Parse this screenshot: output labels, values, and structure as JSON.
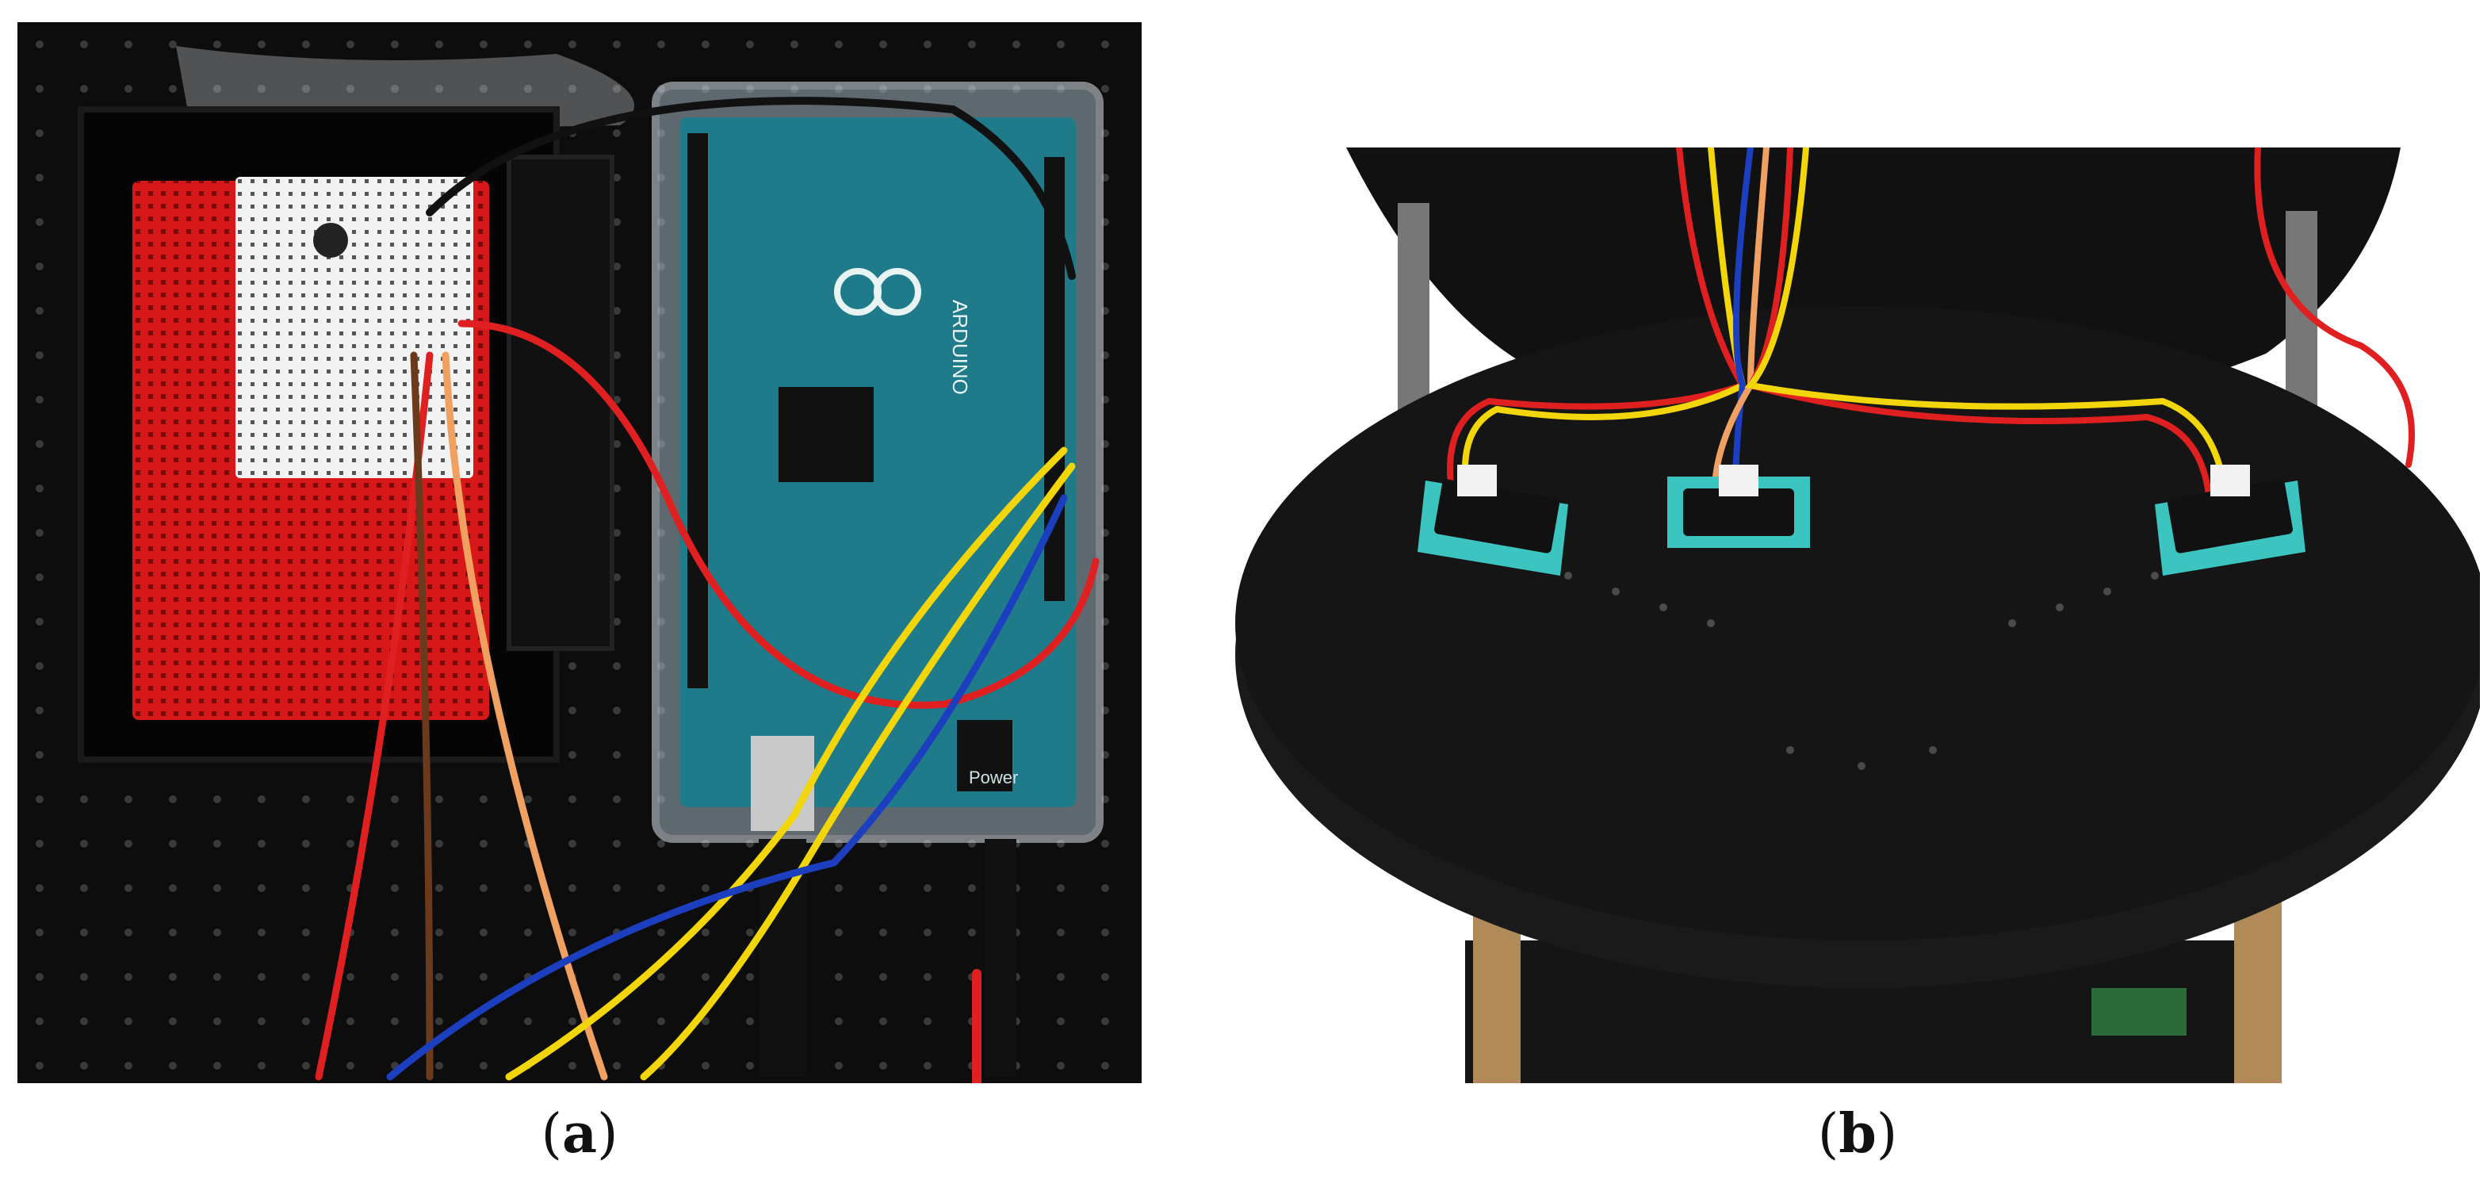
{
  "panels": [
    {
      "id": "a",
      "label": "a"
    },
    {
      "id": "b",
      "label": "b"
    }
  ],
  "board": {
    "board_text": "ARDUINO",
    "power_text": "Power"
  },
  "colors": {
    "background": "#ffffff",
    "pegboard": "#0d0d0d",
    "breadboard_red": "#d81818",
    "breadboard_white": "#f2f2f2",
    "pcb": "#1f7b8a",
    "wire_red": "#e02020",
    "wire_yellow": "#f2d60a",
    "wire_blue": "#1c3fbf",
    "wire_black": "#111111",
    "wire_orange": "#f0a060",
    "wire_brown": "#6b3a1d",
    "sensor_mount": "#3bc4c0",
    "robot_plate": "#151515",
    "rod": "#b08a58"
  }
}
